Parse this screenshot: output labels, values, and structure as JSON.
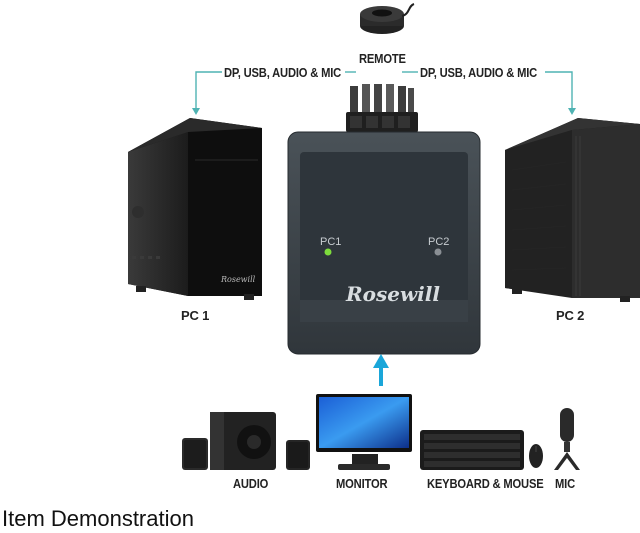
{
  "labels": {
    "remote": "REMOTE",
    "left_cable": "DP, USB, AUDIO & MIC",
    "right_cable": "DP, USB, AUDIO & MIC",
    "pc1_under": "PC 1",
    "pc2_under": "PC 2",
    "led_pc1": "PC1",
    "led_pc2": "PC2",
    "brand": "Rosewill",
    "pc1_badge": "Rosewill",
    "audio": "AUDIO",
    "monitor": "MONITOR",
    "keyboard_mouse": "KEYBOARD & MOUSE",
    "mic": "MIC"
  },
  "caption": "Item Demonstration",
  "colors": {
    "line": "#4fb3b3",
    "arrow": "#1aa6d9",
    "led_on": "#7ddc3c",
    "led_off": "#8a8f94",
    "switch_body": "#3b4248",
    "switch_face": "#2e353b"
  }
}
